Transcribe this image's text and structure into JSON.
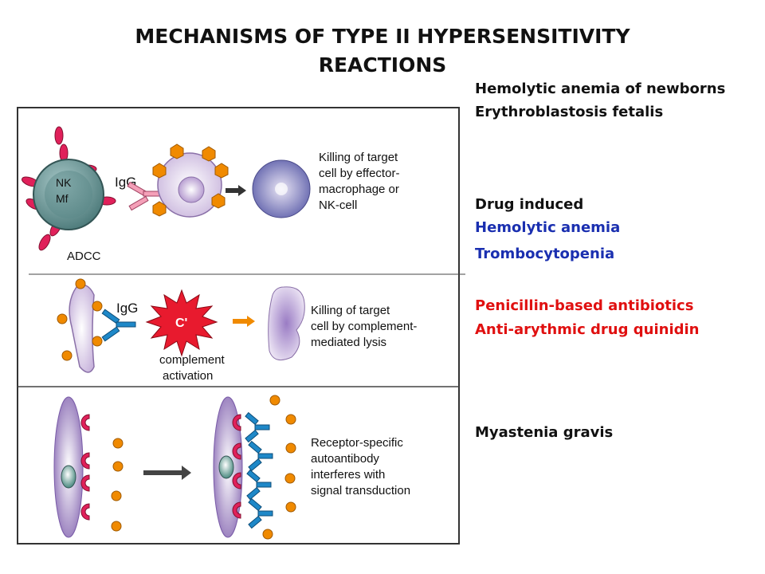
{
  "title": {
    "line1": "MECHANISMS OF TYPE II HYPERSENSITIVITY",
    "line2": "REACTIONS"
  },
  "side": {
    "hemolytic_newborn": "Hemolytic anemia of newborns",
    "erythroblastosis": "Erythroblastosis fetalis",
    "drug_induced": "Drug induced",
    "hemolytic_anemia": "Hemolytic anemia",
    "trombocytopenia": "Trombocytopenia",
    "penicillin": "Penicillin-based antibiotics",
    "quinidin": "Anti-arythmic drug quinidin",
    "myastenia": "Myastenia gravis"
  },
  "panel1": {
    "nk_line1": "NK",
    "nk_line2": "Mf",
    "igg": "IgG",
    "adcc": "ADCC",
    "desc1": "Killing of target",
    "desc2": "cell by effector-",
    "desc3": "macrophage or",
    "desc4": "NK-cell"
  },
  "panel2": {
    "igg": "IgG",
    "c_prime": "C'",
    "act1": "complement",
    "act2": "activation",
    "desc1": "Killing of target",
    "desc2": "cell by complement-",
    "desc3": "mediated lysis"
  },
  "panel3": {
    "desc1": "Receptor-specific",
    "desc2": "autoantibody",
    "desc3": "interferes with",
    "desc4": "signal transduction"
  },
  "colors": {
    "orange": "#f08a00",
    "blue_igg": "#1e88c8",
    "pink_receptor": "#e0205a",
    "red_text": "#e01010",
    "blue_text": "#1a2fb0"
  }
}
